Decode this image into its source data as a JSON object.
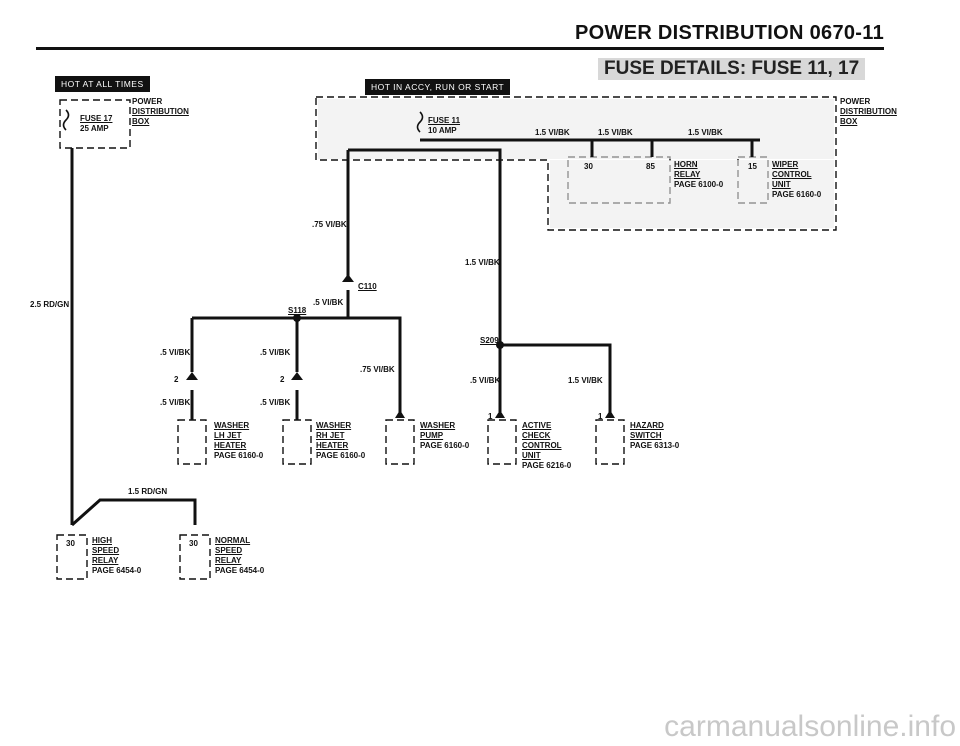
{
  "header": {
    "title": "POWER DISTRIBUTION 0670-11",
    "subtitle": "FUSE DETAILS: FUSE 11, 17"
  },
  "tags": {
    "left": "HOT AT ALL TIMES",
    "center": "HOT IN ACCY, RUN OR START"
  },
  "left_box": {
    "fuse": "FUSE 17",
    "amp": "25 AMP",
    "label1": "POWER",
    "label2": "DISTRIBUTION",
    "label3": "BOX"
  },
  "right_box": {
    "fuse": "FUSE 11",
    "amp": "10 AMP",
    "label1": "POWER",
    "label2": "DISTRIBUTION",
    "label3": "BOX",
    "wire_a": "1.5 VI/BK",
    "wire_b": "1.5 VI/BK",
    "wire_c": "1.5 VI/BK"
  },
  "horn_relay": {
    "pin_a": "30",
    "pin_b": "85",
    "l1": "HORN",
    "l2": "RELAY",
    "page": "PAGE 6100-0"
  },
  "wiper_control": {
    "pin": "15",
    "l1": "WIPER",
    "l2": "CONTROL",
    "l3": "UNIT",
    "page": "PAGE 6160-0"
  },
  "wires": {
    "main_left": "2.5 RD/GN",
    "w075_upper": ".75 VI/BK",
    "w15_mid": "1.5 VI/BK",
    "c110": "C110",
    "s118": "S118",
    "s118_wire": ".5 VI/BK",
    "s209": "S209",
    "lh_top": ".5 VI/BK",
    "rh_top": ".5 VI/BK",
    "pump_wire": ".75 VI/BK",
    "lh_bottom": ".5 VI/BK",
    "rh_bottom": ".5 VI/BK",
    "acc_wire": ".5 VI/BK",
    "haz_wire": "1.5 VI/BK",
    "speed_wire": "1.5 RD/GN",
    "pin_lh": "2",
    "pin_rh": "2",
    "pin_acc": "1",
    "pin_haz": "1"
  },
  "components": {
    "lh_heater": {
      "l1": "WASHER",
      "l2": "LH JET",
      "l3": "HEATER",
      "page": "PAGE 6160-0"
    },
    "rh_heater": {
      "l1": "WASHER",
      "l2": "RH JET",
      "l3": "HEATER",
      "page": "PAGE 6160-0"
    },
    "washer_pump": {
      "l1": "WASHER",
      "l2": "PUMP",
      "page": "PAGE 6160-0"
    },
    "active_check": {
      "l1": "ACTIVE",
      "l2": "CHECK",
      "l3": "CONTROL",
      "l4": "UNIT",
      "page": "PAGE 6216-0"
    },
    "hazard": {
      "l1": "HAZARD",
      "l2": "SWITCH",
      "page": "PAGE 6313-0"
    },
    "high_speed": {
      "pin": "30",
      "l1": "HIGH",
      "l2": "SPEED",
      "l3": "RELAY",
      "page": "PAGE 6454-0"
    },
    "normal_speed": {
      "pin": "30",
      "l1": "NORMAL",
      "l2": "SPEED",
      "l3": "RELAY",
      "page": "PAGE 6454-0"
    }
  },
  "watermark": "carmanualsonline.info"
}
